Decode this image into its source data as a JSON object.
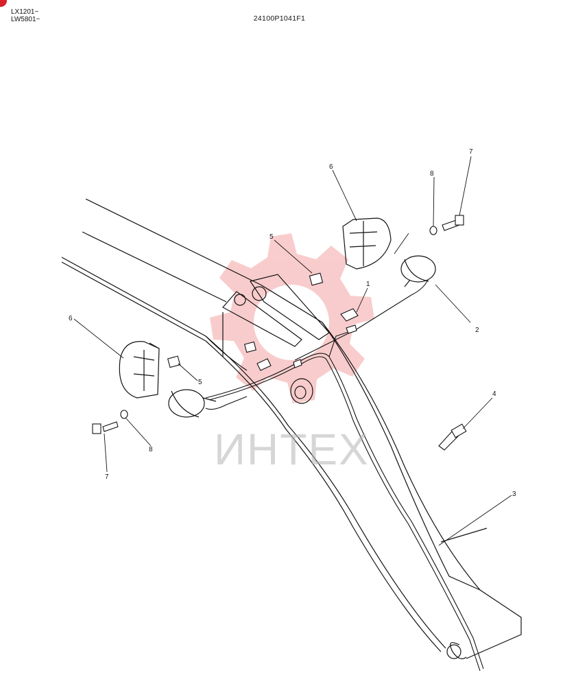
{
  "header": {
    "serial_line_1": "LX1201~",
    "serial_line_2": "LW5801~",
    "diagram_code": "24100P1041F1"
  },
  "callouts": {
    "c1": "1",
    "c2": "2",
    "c3": "3",
    "c4": "4",
    "c5a": "5",
    "c5b": "5",
    "c6a": "6",
    "c6b": "6",
    "c7a": "7",
    "c7b": "7",
    "c8a": "8",
    "c8b": "8"
  },
  "watermark": {
    "text": "ИНТЕХ",
    "color": "#e84a4a"
  },
  "colors": {
    "ink": "#111111",
    "corner_mark": "#d8202a"
  }
}
